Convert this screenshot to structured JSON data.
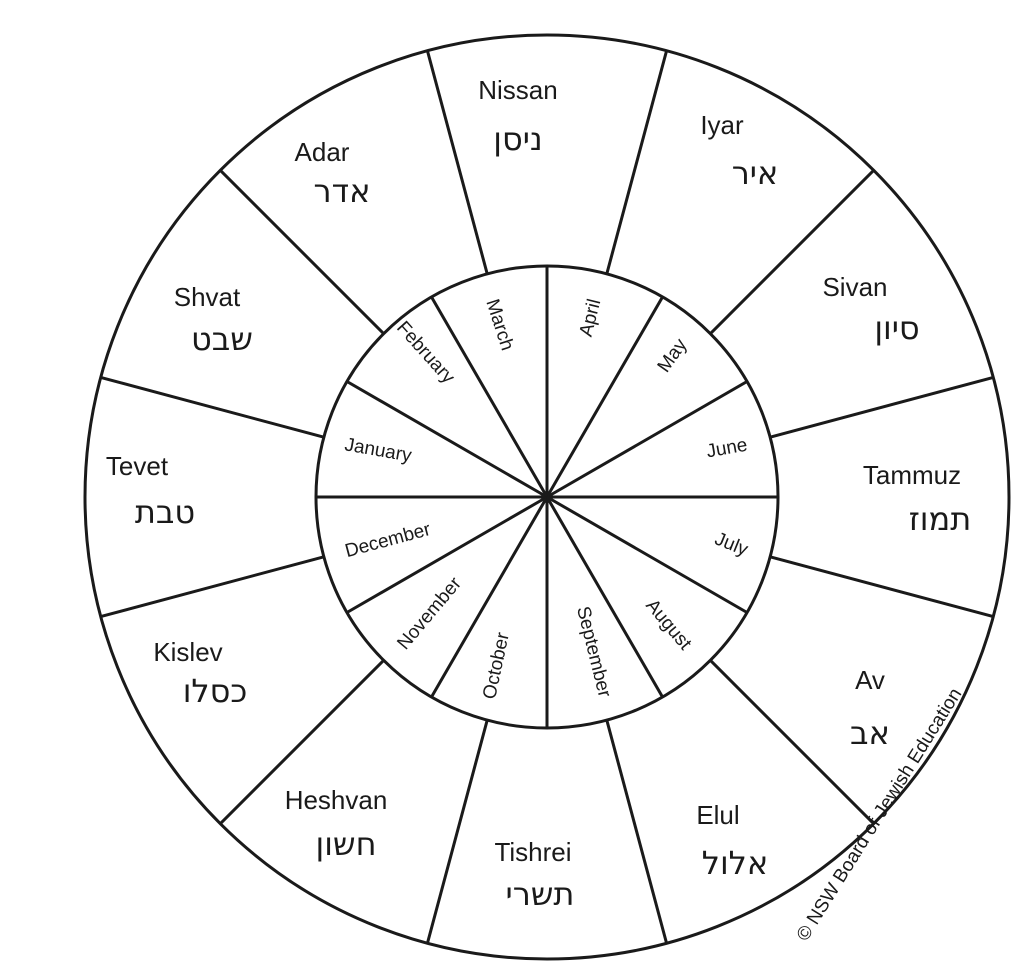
{
  "hebrew_months": [
    {
      "english": "Nissan",
      "hebrew": "ניסן"
    },
    {
      "english": "Iyar",
      "hebrew": "איר"
    },
    {
      "english": "Sivan",
      "hebrew": "סיון"
    },
    {
      "english": "Tammuz",
      "hebrew": "תמוז"
    },
    {
      "english": "Av",
      "hebrew": "אב"
    },
    {
      "english": "Elul",
      "hebrew": "אלול"
    },
    {
      "english": "Tishrei",
      "hebrew": "תשרי"
    },
    {
      "english": "Heshvan",
      "hebrew": "חשון"
    },
    {
      "english": "Kislev",
      "hebrew": "כסלו"
    },
    {
      "english": "Tevet",
      "hebrew": "טבת"
    },
    {
      "english": "Shvat",
      "hebrew": "שבט"
    },
    {
      "english": "Adar",
      "hebrew": "אדר"
    }
  ],
  "gregorian_months": [
    "March",
    "April",
    "May",
    "June",
    "July",
    "August",
    "September",
    "October",
    "November",
    "December",
    "January",
    "February"
  ],
  "copyright": "© NSW Board of Jewish Education"
}
